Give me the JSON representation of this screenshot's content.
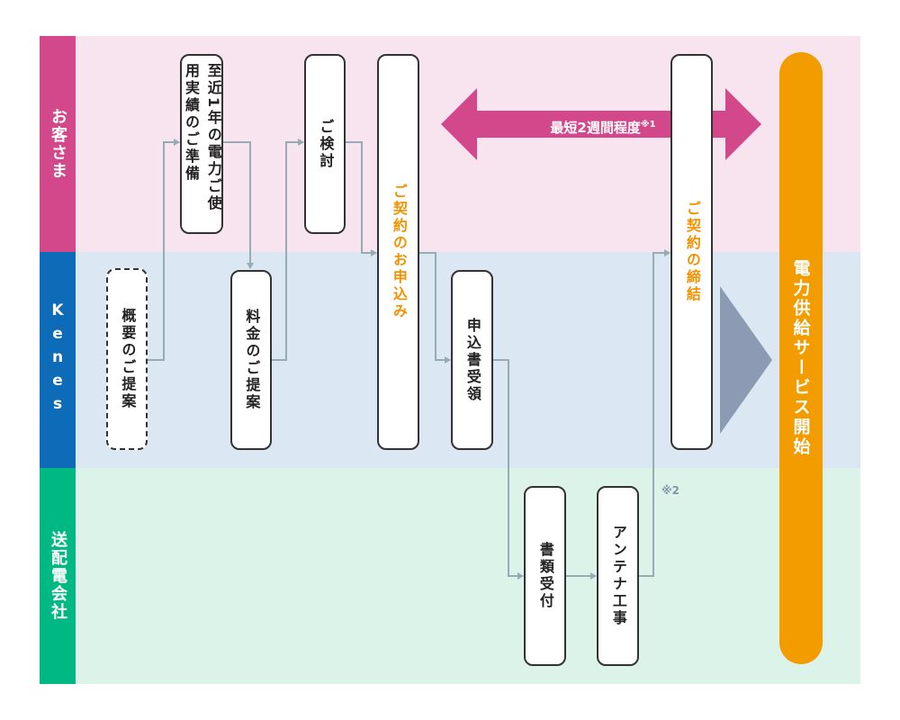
{
  "lanes": {
    "customer": {
      "label": "お客さま",
      "color": "#d2488b",
      "bg": "#f8e4ef"
    },
    "kenes": {
      "label": "Kenes",
      "color": "#0d6bb8",
      "bg": "#dbe8f4"
    },
    "utility": {
      "label": "送配電会社",
      "color": "#00b884",
      "bg": "#dcf3ea"
    }
  },
  "boxes": {
    "proposal_overview": "概要のご提案",
    "usage_preparation": "至近1年の電力ご使用実績のご準備",
    "price_proposal": "料金のご提案",
    "consideration": "ご検討",
    "application": "ご契約のお申込み",
    "application_received": "申込書受領",
    "conclusion": "ご契約の締結",
    "documents_received": "書類受付",
    "antenna_work": "アンテナ工事"
  },
  "duration": {
    "label": "最短2週間程度",
    "note_mark": "※1",
    "color": "#d2488b"
  },
  "note2": "※2",
  "service_start": {
    "label": "電力供給サービス開始",
    "color": "#f39c00"
  },
  "colors": {
    "connector": "#95acb4",
    "big_arrow": "#8c9ab4",
    "accent_text": "#f39200"
  }
}
